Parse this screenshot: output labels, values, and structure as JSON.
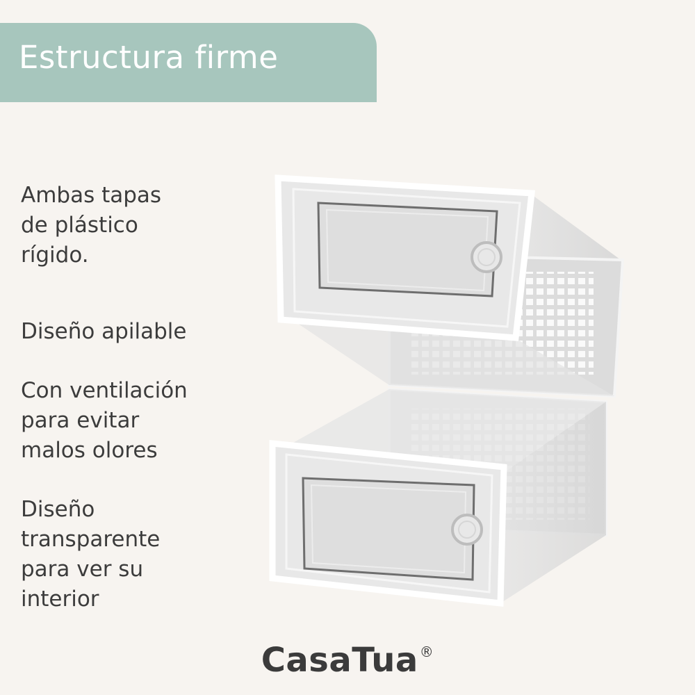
{
  "header": {
    "title": "Estructura firme"
  },
  "features": [
    {
      "text": "Ambas tapas\nde plástico\nrígido."
    },
    {
      "text": "Diseño apilable"
    },
    {
      "text": "Con ventilación\npara evitar\nmalos olores"
    },
    {
      "text": "Diseño\ntransparente\npara ver su\ninterior"
    }
  ],
  "brand": {
    "name": "CasaTua",
    "registered_mark": "®"
  },
  "colors": {
    "banner": "#a7c6bd",
    "background": "#f7f4f0",
    "text": "#3c3c3c"
  }
}
